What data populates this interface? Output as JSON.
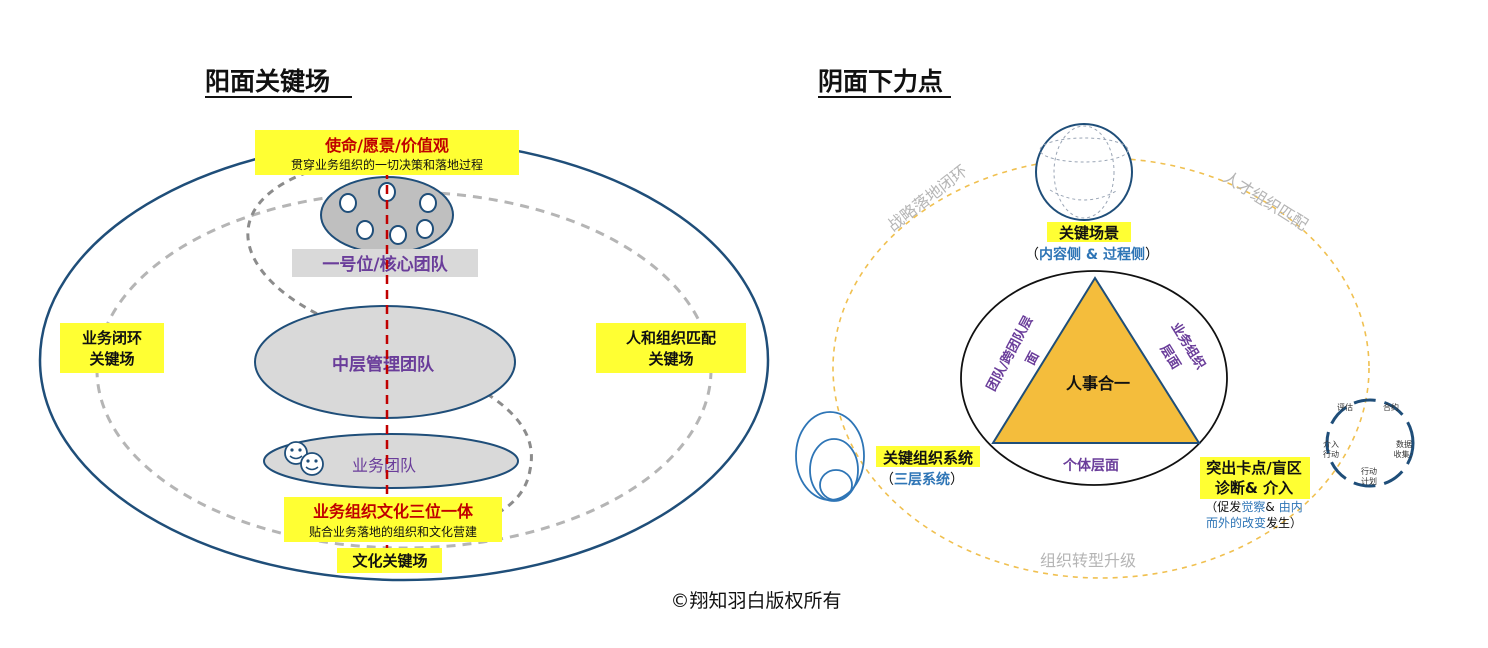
{
  "left": {
    "heading": "阳面关键场",
    "mission": {
      "title": "使命/愿景/价值观",
      "subtitle": "贯穿业务组织的一切决策和落地过程"
    },
    "core_team": "一号位/核心团队",
    "middle_team": "中层管理团队",
    "business_team": "业务团队",
    "left_box": {
      "line1": "业务闭环",
      "line2": "关键场"
    },
    "right_box": {
      "line1": "人和组织匹配",
      "line2": "关键场"
    },
    "culture": {
      "title": "业务组织文化三位一体",
      "subtitle": "贴合业务落地的组织和文化营建"
    },
    "culture_field": "文化关键场"
  },
  "right": {
    "heading": "阴面下力点",
    "arc_left": "战略落地闭环",
    "arc_right": "人才组织匹配",
    "arc_bottom": "组织转型升级",
    "key_scene": {
      "title": "关键场景",
      "open": "（",
      "blue": "内容侧 & 过程侧",
      "close": "）"
    },
    "triangle_center": "人事合一",
    "side_left_1": "团队/跨团队层",
    "side_left_2": "面",
    "side_right_1": "业务组织",
    "side_right_2": "层面",
    "bottom_label": "个体层面",
    "key_org": {
      "title": "关键组织系统",
      "open": "（",
      "blue": "三层系统",
      "close": "）"
    },
    "breakthrough": {
      "title1": "突出卡点/盲区",
      "title2": "诊断& 介入",
      "line3_a": "（促发",
      "line3_blue": "觉察",
      "line3_b": "&",
      "line3_blue2": "由内",
      "line4_blue": "而外的改变",
      "line4_c": "发生）"
    },
    "cycle": {
      "evaluate": "评估",
      "contract": "合约",
      "data_1": "数据",
      "data_2": "收集;",
      "action_1": "行动",
      "action_2": "计划",
      "intervene_1": "介入",
      "intervene_2": "行动"
    }
  },
  "footer": {
    "copyright": "©翔知羽白版权所有"
  },
  "colors": {
    "yellow_box": "#ffff33",
    "dark_blue_line": "#1f4e79",
    "grey_fill": "#d9d9d9",
    "purple_text": "#6a3d9a",
    "red_text": "#c00000",
    "triangle_fill": "#f4bd3c",
    "orange_dashed": "#f0c050",
    "blue_text": "#2e75b6"
  }
}
